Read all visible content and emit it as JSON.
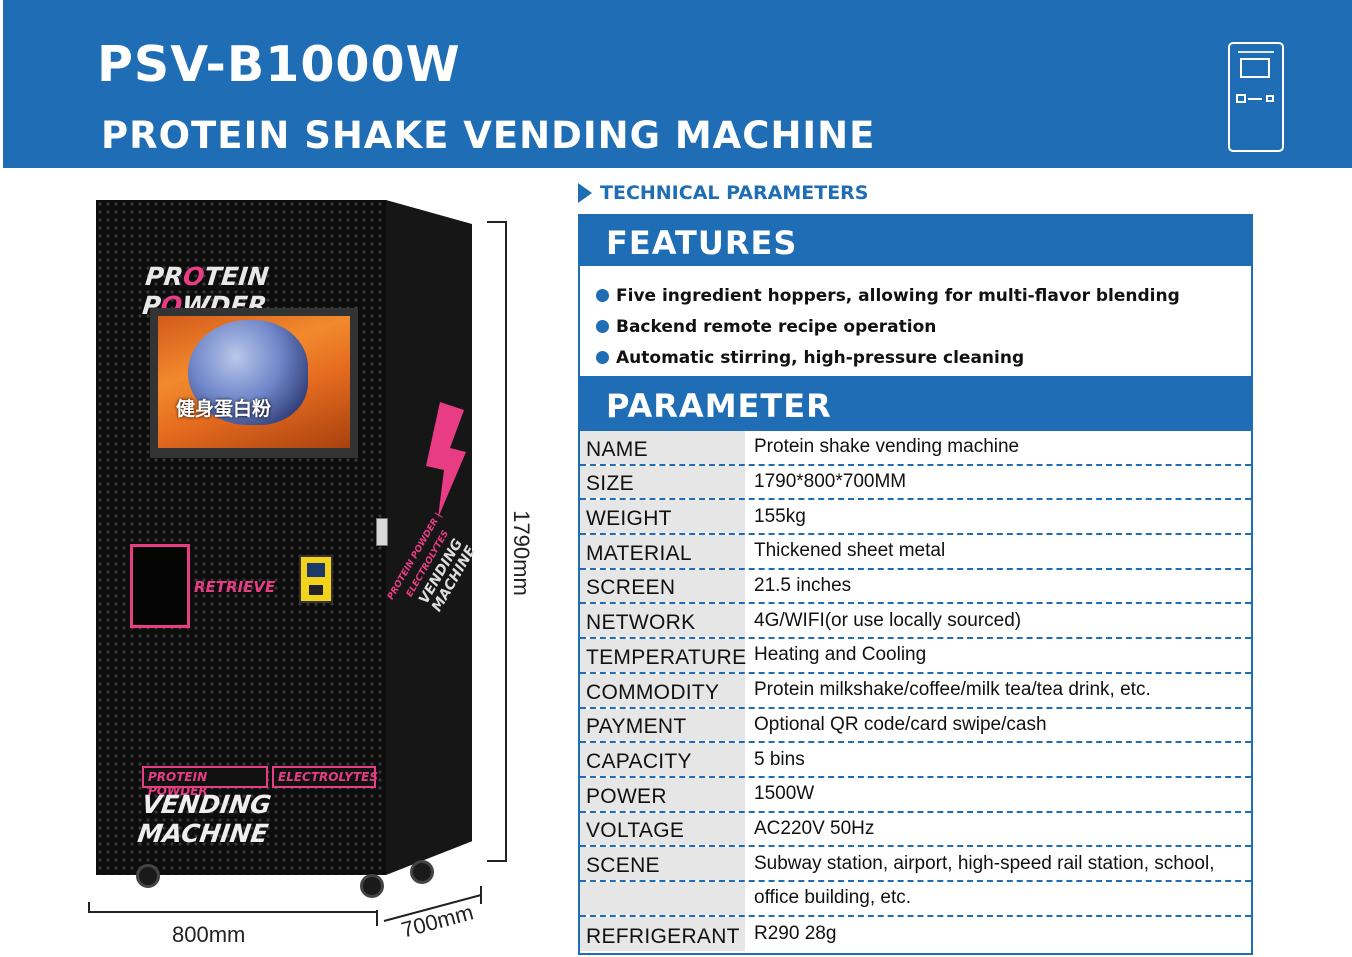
{
  "header": {
    "model": "PSV-B1000W",
    "subtitle": "PROTEIN SHAKE VENDING MACHINE"
  },
  "product_image": {
    "brand_prefix": "PR",
    "brand_o": "O",
    "brand_mid": "TEIN P",
    "brand_o2": "O",
    "brand_suffix": "WDER",
    "screen_text": "健身蛋白粉",
    "retrieve_label": "RETRIEVE",
    "tag_protein": "PROTEIN POWDER",
    "tag_electrolytes": "ELECTROLYTES",
    "vending_label": "VENDING MACHINE",
    "side_label_small": "PROTEIN POWDER | ELECTROLYTES",
    "side_label": "VENDING MACHINE"
  },
  "dimensions": {
    "height": "1790mm",
    "width": "800mm",
    "depth": "700mm"
  },
  "section_heading": "TECHNICAL PARAMETERS",
  "features": {
    "title": "FEATURES",
    "items": [
      "Five ingredient hoppers, allowing for multi-flavor blending",
      "Backend remote recipe operation",
      "Automatic stirring, high-pressure cleaning"
    ]
  },
  "parameters": {
    "title": "PARAMETER",
    "rows": [
      {
        "key": "NAME",
        "value": "Protein shake vending machine"
      },
      {
        "key": "SIZE",
        "value": "1790*800*700MM"
      },
      {
        "key": "WEIGHT",
        "value": "155kg"
      },
      {
        "key": "MATERIAL",
        "value": "Thickened sheet metal"
      },
      {
        "key": "SCREEN",
        "value": "21.5 inches"
      },
      {
        "key": "NETWORK",
        "value": "4G/WIFI(or use locally sourced)"
      },
      {
        "key": "TEMPERATURE",
        "value": "Heating and Cooling"
      },
      {
        "key": "COMMODITY",
        "value": "Protein milkshake/coffee/milk tea/tea drink, etc."
      },
      {
        "key": "PAYMENT",
        "value": "Optional QR code/card swipe/cash"
      },
      {
        "key": "CAPACITY",
        "value": "5 bins"
      },
      {
        "key": "POWER",
        "value": "1500W"
      },
      {
        "key": "VOLTAGE",
        "value": "AC220V 50Hz"
      },
      {
        "key": "SCENE",
        "value": "Subway station, airport, high-speed rail station, school,"
      },
      {
        "key": "",
        "value": "office building, etc."
      },
      {
        "key": "REFRIGERANT",
        "value": "R290 28g"
      }
    ]
  },
  "colors": {
    "brand_blue": "#1f6db5",
    "accent_pink": "#e83d84",
    "key_bg": "#e6e6e6"
  }
}
